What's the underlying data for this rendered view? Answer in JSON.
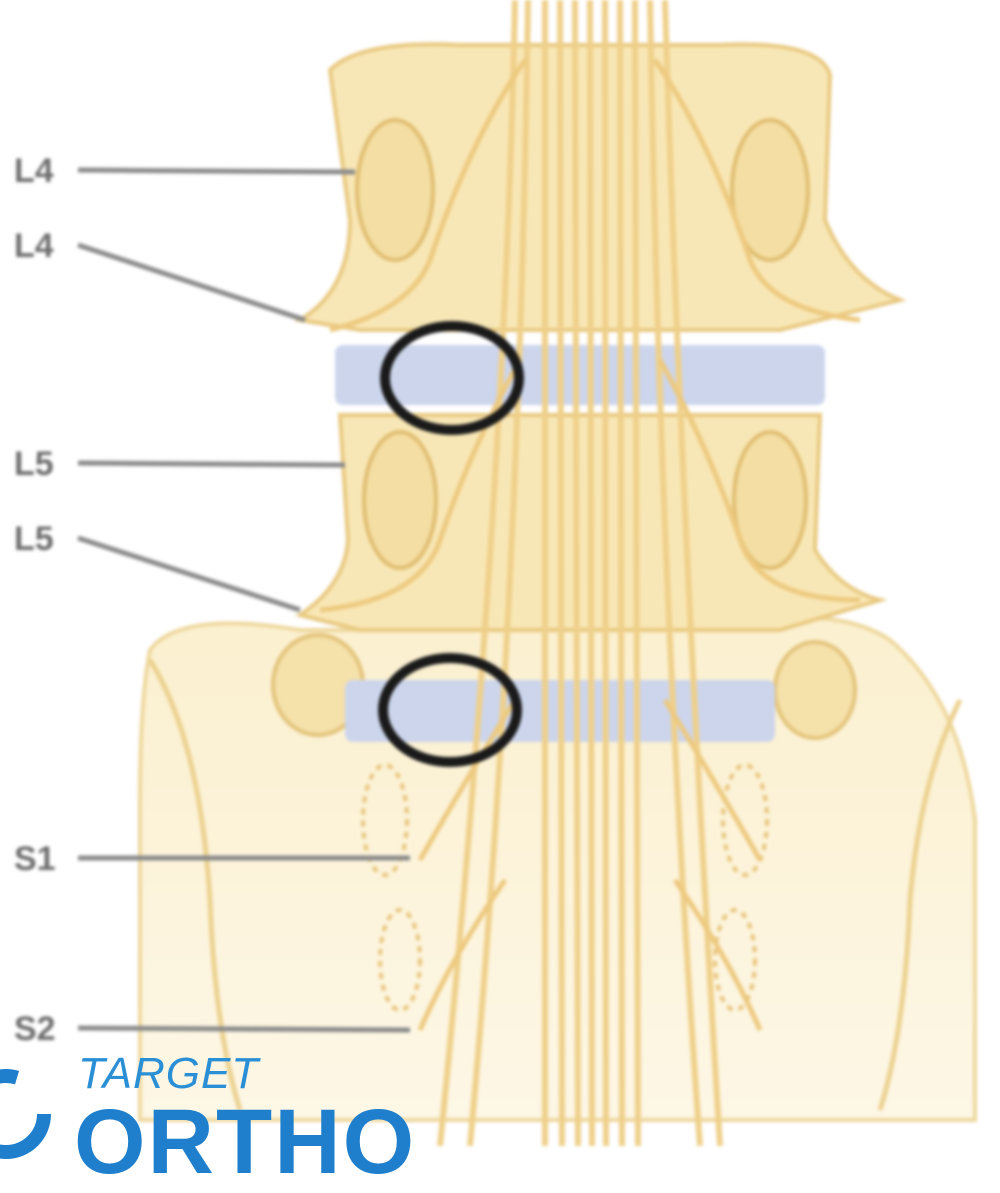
{
  "labels": [
    "L4",
    "L4",
    "L5",
    "L5",
    "S1",
    "S2"
  ],
  "logo": {
    "line1": "TARGET",
    "line2": "ORTHO"
  },
  "colors": {
    "bone": "#f7e6b3",
    "bone_outline": "#e6c77e",
    "nerve": "#efd492",
    "disc": "#c9d2ea",
    "highlight_ring": "#1a1a1a",
    "leader": "#8a8a8a",
    "logo_blue": "#1f7fcc"
  }
}
